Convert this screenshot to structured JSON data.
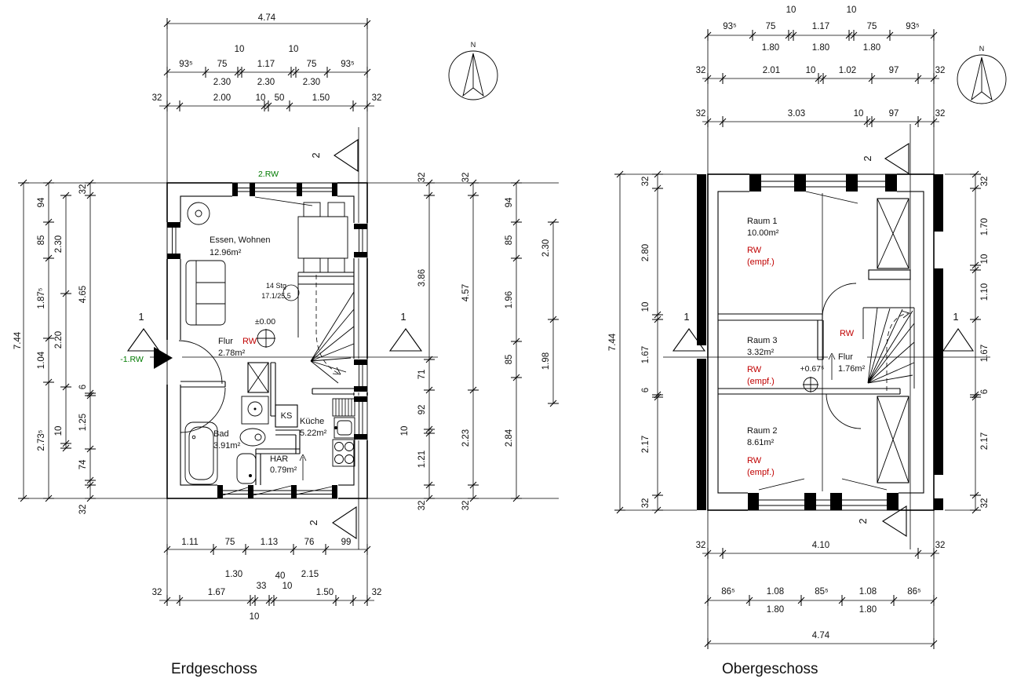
{
  "titles": {
    "left": "Erdgeschoss",
    "right": "Obergeschoss"
  },
  "north": {
    "label": "N"
  },
  "colors": {
    "rw_red": "#c00000",
    "green": "#007a00",
    "line": "#000000"
  },
  "eg": {
    "dims": {
      "top1": [
        "4.74"
      ],
      "top2": [
        "93⁵",
        "75",
        "10",
        "1.17",
        "10",
        "75",
        "93⁵"
      ],
      "top2b": [
        "2.30",
        "2.30",
        "2.30"
      ],
      "top3": [
        "32",
        "2.00",
        "10",
        "50",
        "1.50",
        "32"
      ],
      "left1": [
        "7.44"
      ],
      "left2": [
        "94",
        "85",
        "1.87⁵",
        "1.04",
        "2.73⁵"
      ],
      "left3": [
        "2.30",
        "2.20",
        "10"
      ],
      "left4": [
        "32",
        "4.65",
        "6",
        "1.25",
        "74",
        "32"
      ],
      "right1": [
        "32",
        "3.86",
        "71",
        "92",
        "10",
        "1.21",
        "32"
      ],
      "right2": [
        "32",
        "4.57",
        "2.23",
        "32"
      ],
      "right3": [
        "94",
        "85",
        "1.96",
        "85",
        "2.84"
      ],
      "right4": [
        "2.30",
        "1.98"
      ],
      "bottom1": [
        "1.11",
        "75",
        "1.13",
        "76",
        "99"
      ],
      "bottom1b": [
        "1.30",
        "40",
        "2.15"
      ],
      "bottom2": [
        "32",
        "1.67",
        "33",
        "10",
        "1.50",
        "32"
      ],
      "bottom2b": [
        "10"
      ]
    },
    "rooms": {
      "essen": {
        "name": "Essen, Wohnen",
        "area": "12.96m²"
      },
      "flur": {
        "name": "Flur",
        "area": "2.78m²",
        "rw": "RW"
      },
      "bad": {
        "name": "Bad",
        "area": "3.91m²"
      },
      "har": {
        "name": "HAR",
        "area": "0.79m²"
      },
      "kueche": {
        "name": "Küche",
        "area": "5.22m²"
      }
    },
    "labels": {
      "ks": "KS",
      "level": "±0.00",
      "stairs1": "14 Stg",
      "stairs2": "17.1/25,5",
      "rw_top": "2.RW",
      "rw_entry": "-1.RW"
    },
    "sections": {
      "s1": "1",
      "s2": "2"
    }
  },
  "og": {
    "dims": {
      "top0": [
        "10",
        "10"
      ],
      "top1": [
        "93⁵",
        "75",
        "1.17",
        "75",
        "93⁵"
      ],
      "top1b": [
        "1.80",
        "1.80",
        "1.80"
      ],
      "top2": [
        "32",
        "2.01",
        "10",
        "1.02",
        "97",
        "32"
      ],
      "top3": [
        "32",
        "3.03",
        "10",
        "97",
        "32"
      ],
      "left1": [
        "7.44"
      ],
      "left2": [
        "32",
        "2.80",
        "10",
        "1.67",
        "6",
        "2.17",
        "32"
      ],
      "right1": [
        "32",
        "1.70",
        "10",
        "1.10",
        "1.67",
        "6",
        "2.17",
        "32"
      ],
      "bottom1": [
        "32",
        "4.10",
        "32"
      ],
      "bottom2": [
        "86⁵",
        "1.08",
        "85⁵",
        "1.08",
        "86⁵"
      ],
      "bottom2b": [
        "1.80",
        "1.80"
      ],
      "bottom3": [
        "4.74"
      ]
    },
    "rooms": {
      "raum1": {
        "name": "Raum 1",
        "area": "10.00m²",
        "rw": "RW",
        "empf": "(empf.)"
      },
      "raum3": {
        "name": "Raum 3",
        "area": "3.32m²",
        "rw": "RW",
        "empf": "(empf.)"
      },
      "raum2": {
        "name": "Raum 2",
        "area": "8.61m²",
        "rw": "RW",
        "empf": "(empf.)"
      },
      "flur": {
        "name": "Flur",
        "area": "1.76m²"
      }
    },
    "labels": {
      "level": "+0.67⁵",
      "rw_flur": "RW"
    },
    "sections": {
      "s1": "1",
      "s2": "2"
    }
  }
}
